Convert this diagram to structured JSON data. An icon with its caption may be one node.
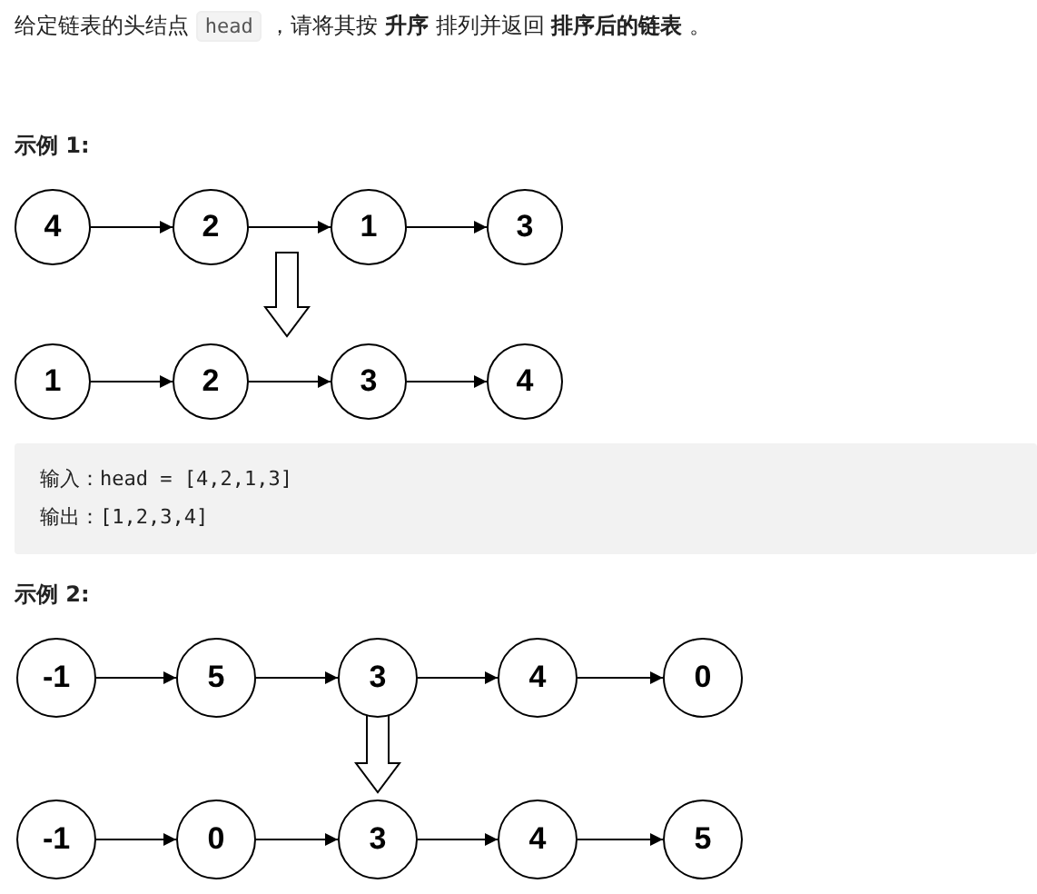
{
  "diagram": {
    "nodes": [
      {
        "text": [
          "4"
        ]
      },
      {
        "text": [
          "2"
        ]
      },
      {
        "text": [
          "1"
        ]
      },
      {
        "text": [
          "3"
        ]
      },
      {
        "text": [
          "1"
        ]
      },
      {
        "text": [
          "2"
        ]
      },
      {
        "text": [
          "3"
        ]
      },
      {
        "text": [
          "4"
        ]
      },
      {
        "text": [
          "-1"
        ]
      },
      {
        "text": [
          "5"
        ]
      },
      {
        "text": [
          "3"
        ]
      },
      {
        "text": [
          "4"
        ]
      },
      {
        "text": [
          "0"
        ]
      },
      {
        "text": [
          "-1"
        ]
      },
      {
        "text": [
          "0"
        ]
      },
      {
        "text": [
          "3"
        ]
      },
      {
        "text": [
          "4"
        ]
      },
      {
        "text": [
          "5"
        ]
      }
    ],
    "edges": [
      {
        "from": 0,
        "to": 1,
        "arrow": "to"
      },
      {
        "from": 1,
        "to": 2,
        "arrow": "to"
      },
      {
        "from": 2,
        "to": 3,
        "arrow": "to"
      },
      {
        "from": 4,
        "to": 5,
        "arrow": "to"
      },
      {
        "from": 5,
        "to": 6,
        "arrow": "to"
      },
      {
        "from": 6,
        "to": 7,
        "arrow": "to"
      },
      {
        "from": 8,
        "to": 9,
        "arrow": "to"
      },
      {
        "from": 9,
        "to": 10,
        "arrow": "to"
      },
      {
        "from": 10,
        "to": 11,
        "arrow": "to"
      },
      {
        "from": 11,
        "to": 12,
        "arrow": "to"
      },
      {
        "from": 1,
        "to": 5,
        "arrow": "to",
        "style": "thick"
      },
      {
        "from": 10,
        "to": 15,
        "arrow": "to",
        "style": "thick"
      },
      {
        "from": 13,
        "to": 14,
        "arrow": "to"
      },
      {
        "from": 14,
        "to": 15,
        "arrow": "to"
      },
      {
        "from": 15,
        "to": 16,
        "arrow": "to"
      },
      {
        "from": 16,
        "to": 17,
        "arrow": "to"
      }
    ],
    "labels": [
      "给定链表的头结点",
      "head",
      "，请将其按 **升序** 排列并返回 **排序后的链表** 。",
      "示例 1:",
      "输入：head = [4,2,1,3]",
      "输出：[1,2,3,4]",
      "示例 2:"
    ]
  }
}
